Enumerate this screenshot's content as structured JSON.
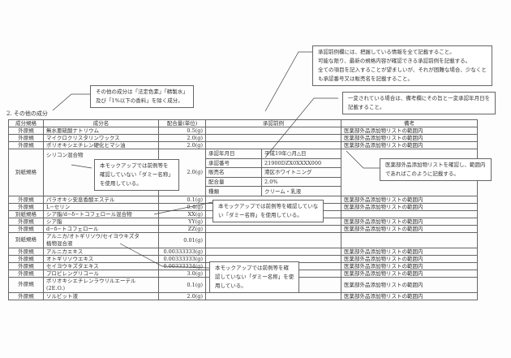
{
  "section_title": "2. その他の成分",
  "headers": [
    "成分規格",
    "成分名",
    "配合量(単位)",
    "承認前例",
    "備考"
  ],
  "rows": [
    {
      "std": "外原規",
      "name": "無水亜硫酸ナトリウム",
      "amount": "0.5(g)",
      "remark": "医薬部外品添加物リストの範囲内"
    },
    {
      "std": "外原規",
      "name": "マイクロクリスタリンワックス",
      "amount": "2.0(g)",
      "remark": "医薬部外品添加物リストの範囲内"
    },
    {
      "std": "外原規",
      "name": "ポリオキシエチレン硬化ヒマシ油",
      "amount": "2.0(g)",
      "remark": "医薬部外品添加物リストの範囲内"
    },
    {
      "std": "別紙規格",
      "name": "シリコン混合物",
      "amount": "2.0(g)",
      "remark": ""
    },
    {
      "std": "外原規",
      "name": "パラオキシ安息香酸エステル",
      "amount": "0.1(g)",
      "remark": "医薬部外品添加物リストの範囲内"
    },
    {
      "std": "外原規",
      "name": "L−セリン",
      "amount": "0.4(g)",
      "remark": "医薬部外品添加物リストの範囲内"
    },
    {
      "std": "別紙規格",
      "name": "シア脂/d−δ−トコフェロール混合物",
      "amount": "XX(g)",
      "remark": ""
    },
    {
      "std": "外原規",
      "name": "シア脂",
      "amount": "YY(g)",
      "remark": "医薬部外品添加物リストの範囲内"
    },
    {
      "std": "外原規",
      "name": "d−δ−トコフェロール",
      "amount": "ZZ(g)",
      "remark": "医薬部外品添加物リストの範囲内"
    },
    {
      "std": "別紙規格",
      "name": "アルニカ/オトギリソウ/セイヨウキズタ",
      "name2": "植物混合液",
      "amount": "0.01(g)",
      "remark": ""
    },
    {
      "std": "外原規",
      "name": "アルニカエキス",
      "amount": "0.00333333(g)",
      "remark": "医薬部外品添加物リストの範囲内"
    },
    {
      "std": "外原規",
      "name": "オトギリソウエキス",
      "amount": "0.00333333(g)",
      "remark": "医薬部外品添加物リストの範囲内"
    },
    {
      "std": "外原規",
      "name": "セイヨウキズタエキス",
      "amount": "0.00333334(g)",
      "remark": "医薬部外品添加物リストの範囲内"
    },
    {
      "std": "外原規",
      "name": "プロピレングリコール",
      "amount": "3.0(g)",
      "remark": "医薬部外品添加物リストの範囲内"
    },
    {
      "std": "外原規",
      "name": "ポリオキシエチレンラウリルエーテル",
      "name2": "(2E.O.)",
      "amount": "0.1(g)",
      "remark": "医薬部外品添加物リストの範囲内"
    },
    {
      "std": "外原規",
      "name": "ソルビット液",
      "amount": "2.0(g)",
      "remark": "医薬部外品添加物リストの範囲内"
    }
  ],
  "approval": [
    {
      "label": "承認年月日",
      "value": "平成19年○月△日"
    },
    {
      "label": "承認番号",
      "value": "21900DZX0XXXX000"
    },
    {
      "label": "販売名",
      "value": "港区ホワイトニング"
    },
    {
      "label": "配合量",
      "value": "2.0%"
    },
    {
      "label": "種類",
      "value": "クリーム・乳液"
    }
  ],
  "notes": {
    "other": [
      "その他の成分は「法定色素」「精製水」",
      "及び「1%以下の香料」を除く成分。"
    ],
    "approval": [
      "承認前例欄には、把握している情報を全て記載すること。",
      "可能な限り、最新の規格内容が確認できる承認前例を記載する。",
      "全ての項目を記入することが望ましいが、それが困難な場合、少なくと",
      "も承認番号又は販売名を記載すること。"
    ],
    "changed": [
      "一変されている場合は、備考欄にその旨と一変承認年月日を",
      "記載すること。"
    ],
    "list": [
      "医薬部外品添加物リストを確認し、範囲内",
      "であればこのように記載する。"
    ],
    "dummy1": [
      "本モックアップでは前例等を",
      "確認していない「ダミー名称」",
      "を使用している。"
    ],
    "dummy2": [
      "本モックアップでは前例等を確認していな",
      "い「ダミー名称」を使用している。"
    ],
    "dummy3": [
      "本モックアップでは前例等を確",
      "認していない「ダミー名称」を使",
      "用している。"
    ]
  }
}
